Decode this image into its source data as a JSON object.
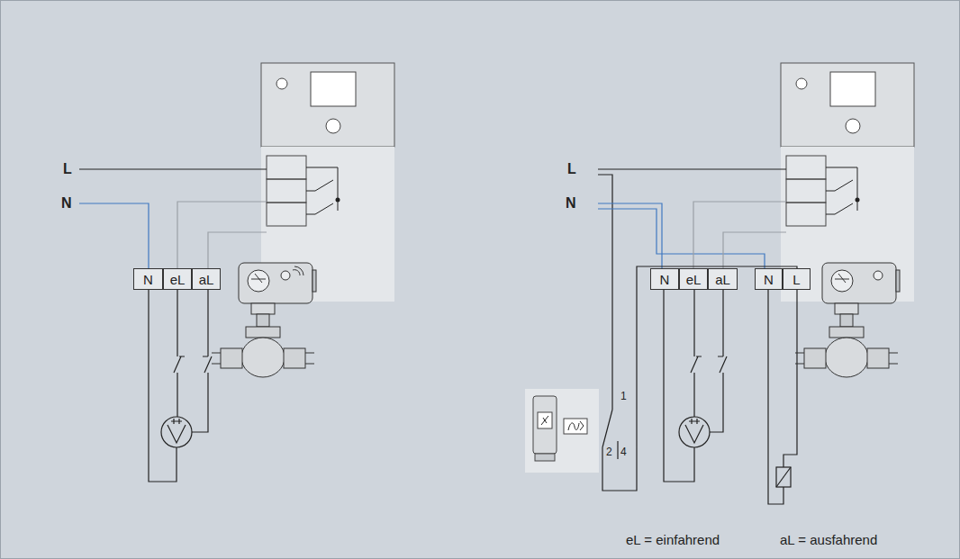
{
  "diagram": {
    "nodes": [
      {
        "text": [
          "N"
        ]
      },
      {
        "text": [
          "eL"
        ]
      },
      {
        "text": [
          "aL"
        ]
      },
      {
        "text": [
          "N"
        ]
      },
      {
        "text": [
          "eL"
        ]
      },
      {
        "text": [
          "aL"
        ]
      },
      {
        "text": [
          "N"
        ]
      },
      {
        "text": [
          "L"
        ]
      }
    ],
    "labels": [
      "L",
      "N",
      "L",
      "N",
      "1",
      "2",
      "4",
      "eL = einfahrend",
      "aL = ausfahrend"
    ]
  }
}
